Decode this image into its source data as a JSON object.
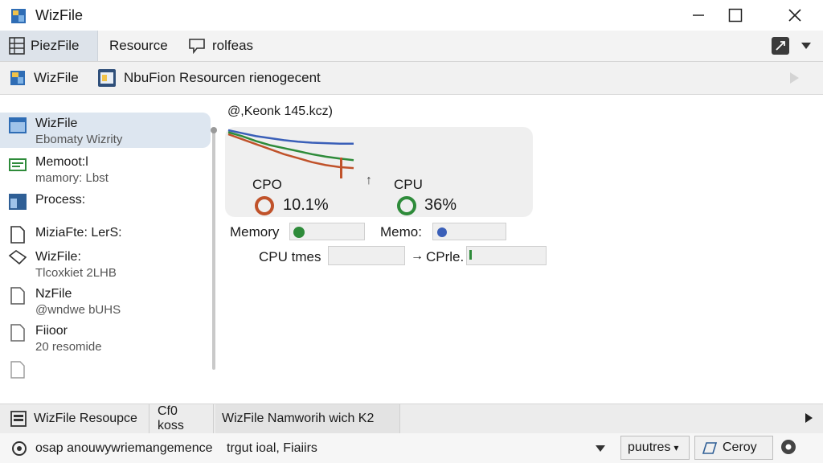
{
  "app": {
    "title": "WizFile"
  },
  "menu": {
    "items": [
      "PiezFile",
      "Resource",
      "rolfeas"
    ]
  },
  "toolbar": {
    "app_label": "WizFile",
    "resource_label": "NbuFion Resourcen rienogecent"
  },
  "sidebar": {
    "items": [
      {
        "label": "WizFile",
        "sub": "Ebomaty Wizrity"
      },
      {
        "label": "Memoot:l",
        "sub": "mamory: Lbst"
      },
      {
        "label": "Process:",
        "sub": ""
      },
      {
        "label": "MiziaFte: LerS:",
        "sub": ""
      },
      {
        "label": "WizFile:",
        "sub": "Tlcoxkiet 2LHB"
      },
      {
        "label": "NzFile",
        "sub": "@wndwe bUHS"
      },
      {
        "label": "Fiioor",
        "sub": "20 resomide"
      }
    ]
  },
  "content": {
    "header": "@,Keonk 145.kcz)",
    "cpu1": {
      "label": "CPO",
      "value": "10.1%"
    },
    "cpu2": {
      "label": "CPU",
      "value": "36%"
    },
    "memory_label": "Memory",
    "memory2_label": "Memo:",
    "cpu_times_label": "CPU tmes",
    "cpu_profile_label": "CPrle."
  },
  "chart_data": {
    "type": "line",
    "series": [
      {
        "color": "#3a5fb8",
        "values": [
          100,
          94,
          88,
          84,
          80,
          77,
          75,
          74,
          73,
          73
        ]
      },
      {
        "color": "#2e8b3a",
        "values": [
          96,
          88,
          78,
          70,
          64,
          58,
          52,
          47,
          43,
          40
        ]
      },
      {
        "color": "#c0522a",
        "values": [
          92,
          82,
          72,
          62,
          52,
          44,
          36,
          30,
          26,
          24
        ]
      }
    ],
    "ylim": [
      0,
      100
    ]
  },
  "tabs": {
    "items": [
      "WizFile Resoupce",
      "Cf0 koss",
      "WizFile Namworih wich K2"
    ]
  },
  "status": {
    "left": "osap anouwywriemangemence",
    "mid": "trgut ioal, Fiaiirs",
    "btn1": "puutres",
    "btn2": "Ceroy"
  },
  "colors": {
    "accent": "#2f6db5",
    "green": "#2e8b3a",
    "orange": "#c0522a",
    "blue": "#3a5fb8"
  }
}
